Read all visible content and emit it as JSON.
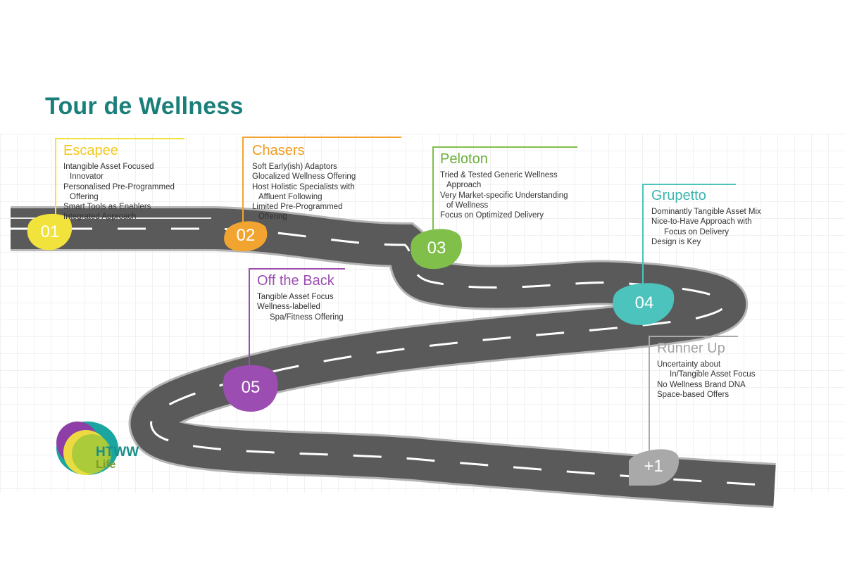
{
  "title": "Tour de Wellness",
  "colors": {
    "title": "#1a7f7a",
    "road": "#5a5a5a",
    "road_edge": "#9a9a9a",
    "escapee": "#f2e23c",
    "chasers": "#f1a530",
    "peloton": "#7fbf4a",
    "grupetto": "#4cc3bd",
    "off_the_back": "#9b4db1",
    "runner_up": "#a9a9a9"
  },
  "stages": [
    {
      "id": "escapee",
      "number": "01",
      "heading": "Escapee",
      "color": "#f2e23c",
      "head_color": "#f2c81e",
      "items": [
        [
          "Intangible Asset Focused",
          "Innovator"
        ],
        [
          "Personalised Pre-Programmed",
          "Offering"
        ],
        [
          "Smart Tools as Enablers"
        ],
        [
          "Integrated Approach"
        ]
      ]
    },
    {
      "id": "chasers",
      "number": "02",
      "heading": "Chasers",
      "color": "#f1a530",
      "head_color": "#ef9a1e",
      "items": [
        [
          "Soft Early(ish) Adaptors"
        ],
        [
          "Glocalized Wellness Offering"
        ],
        [
          "Host Holistic Specialists with",
          "Affluent Following"
        ],
        [
          "Limited Pre-Programmed",
          "Offering"
        ]
      ]
    },
    {
      "id": "peloton",
      "number": "03",
      "heading": "Peloton",
      "color": "#7fbf4a",
      "head_color": "#6aae3a",
      "items": [
        [
          "Tried & Tested Generic Wellness",
          "Approach"
        ],
        [
          "Very Market-specific Understanding",
          "of Wellness"
        ],
        [
          "Focus on Optimized Delivery"
        ]
      ]
    },
    {
      "id": "grupetto",
      "number": "04",
      "heading": "Grupetto",
      "color": "#4cc3bd",
      "head_color": "#3cb5ae",
      "items": [
        [
          "Dominantly Tangible Asset Mix"
        ],
        [
          "Nice-to-Have Approach with",
          "Focus on Delivery"
        ],
        [
          "Design is Key"
        ]
      ]
    },
    {
      "id": "off-the-back",
      "number": "05",
      "heading": "Off the Back",
      "color": "#9b4db1",
      "head_color": "#9b4db1",
      "items": [
        [
          "Tangible Asset Focus"
        ],
        [
          "Wellness-labelled",
          "Spa/Fitness Offering"
        ]
      ]
    },
    {
      "id": "runner-up",
      "number": "+1",
      "heading": "Runner Up",
      "color": "#a9a9a9",
      "head_color": "#a4a4a4",
      "items": [
        [
          "Uncertainty about",
          "In/Tangible Asset Focus"
        ],
        [
          "No Wellness Brand DNA"
        ],
        [
          "Space-based Offers"
        ]
      ]
    }
  ],
  "logo": {
    "name": "HTWW",
    "sub": "Life"
  }
}
